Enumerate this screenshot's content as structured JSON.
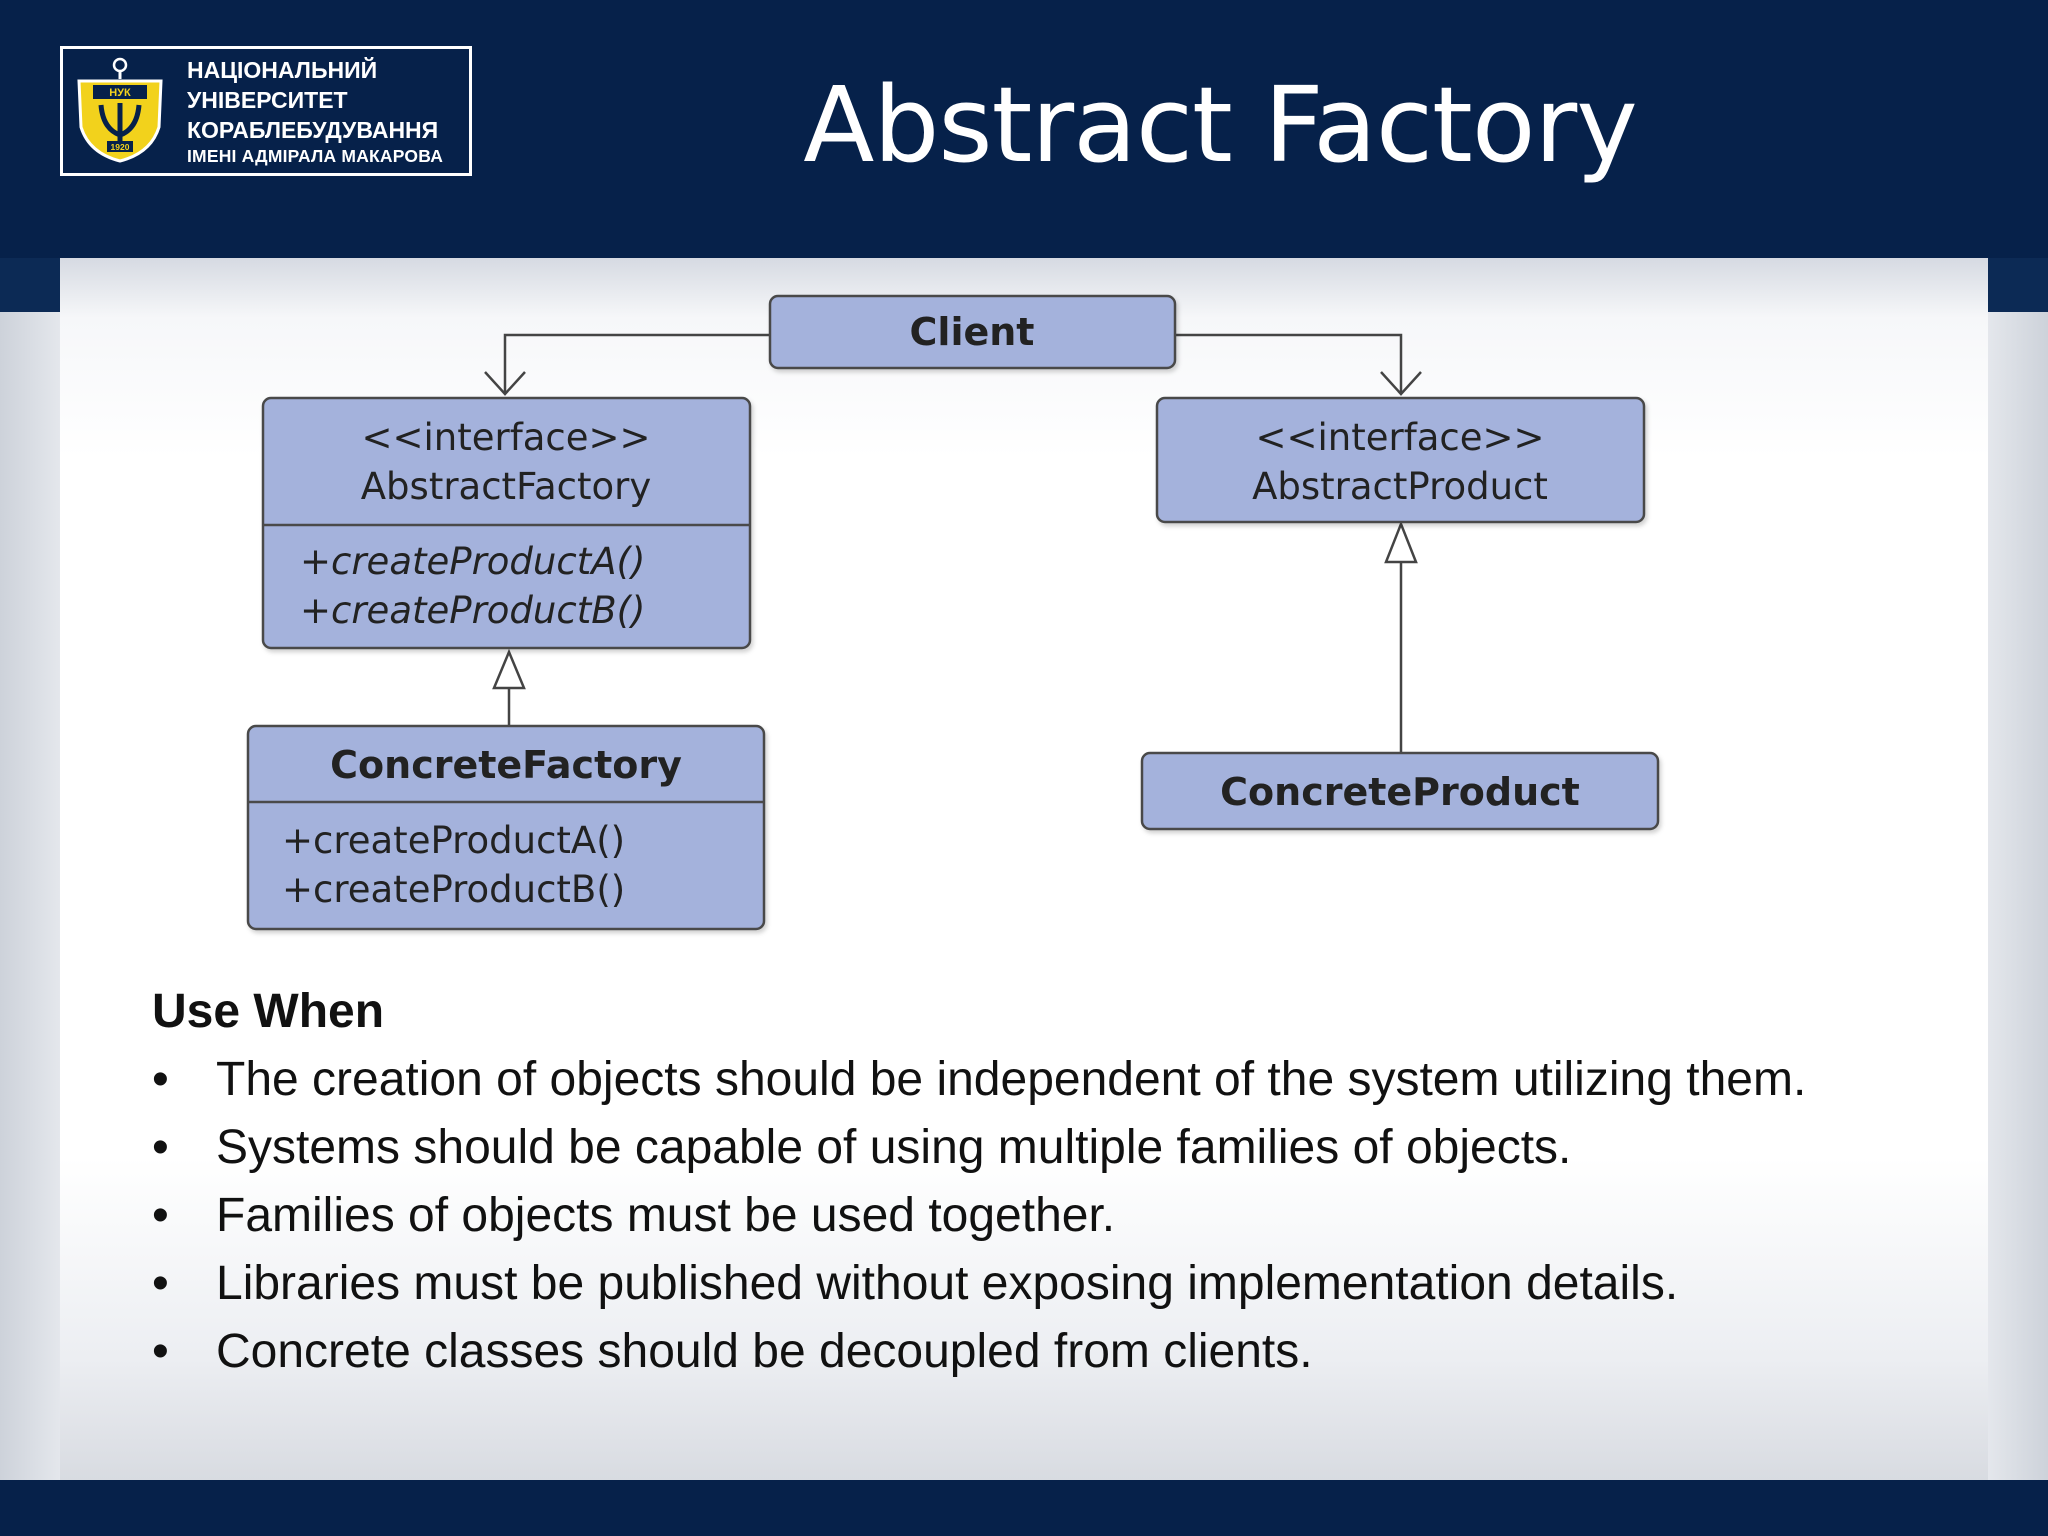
{
  "header": {
    "title": "Abstract Factory",
    "logo": {
      "emblem_text": "НУК",
      "emblem_year": "1920",
      "line1": "НАЦІОНАЛЬНИЙ",
      "line2": "УНІВЕРСИТЕТ",
      "line3": "КОРАБЛЕБУДУВАННЯ",
      "line4": "ІМЕНІ АДМІРАЛА МАКАРОВА"
    }
  },
  "diagram": {
    "client": "Client",
    "abstract_factory": {
      "stereotype": "<<interface>>",
      "name": "AbstractFactory",
      "methods": [
        "+createProductA()",
        "+createProductB()"
      ]
    },
    "abstract_product": {
      "stereotype": "<<interface>>",
      "name": "AbstractProduct"
    },
    "concrete_factory": {
      "name": "ConcreteFactory",
      "methods": [
        "+createProductA()",
        "+createProductB()"
      ]
    },
    "concrete_product": {
      "name": "ConcreteProduct"
    },
    "colors": {
      "box_fill": "#a4b2dc",
      "box_stroke": "#4a4a4a",
      "line": "#444444"
    }
  },
  "use_when": {
    "title": "Use When",
    "bullets": [
      "The creation of objects should be independent of the system utilizing them.",
      "Systems should be capable of using multiple families of objects.",
      "Families of objects must be used together.",
      "Libraries must be published without exposing implementation details.",
      "Concrete classes should be decoupled from clients."
    ]
  },
  "colors": {
    "header_bg": "#06214a",
    "footer_bg": "#06214a",
    "logo_shield": "#f2d21c"
  }
}
